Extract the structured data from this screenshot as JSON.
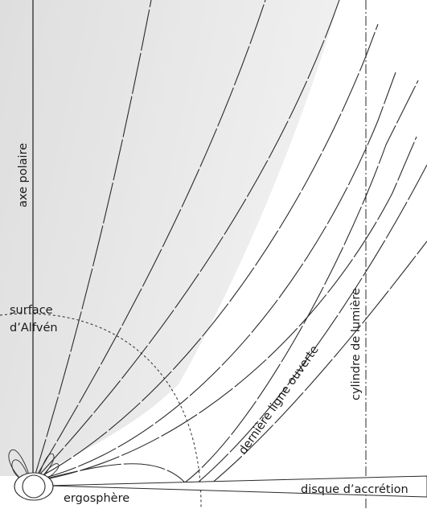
{
  "labels": {
    "polar_axis": "axe polaire",
    "alfven_surface_line1": "surface",
    "alfven_surface_line2": "d’Alfvén",
    "light_cylinder": "cylindre de lumière",
    "last_open_line": "dernière ligne ouverte",
    "ergosphere": "ergosphère",
    "accretion_disk": "disque d’accrétion"
  },
  "colors": {
    "wind_region_fill": "#e6e6e6",
    "line": "#2a2a2a"
  }
}
